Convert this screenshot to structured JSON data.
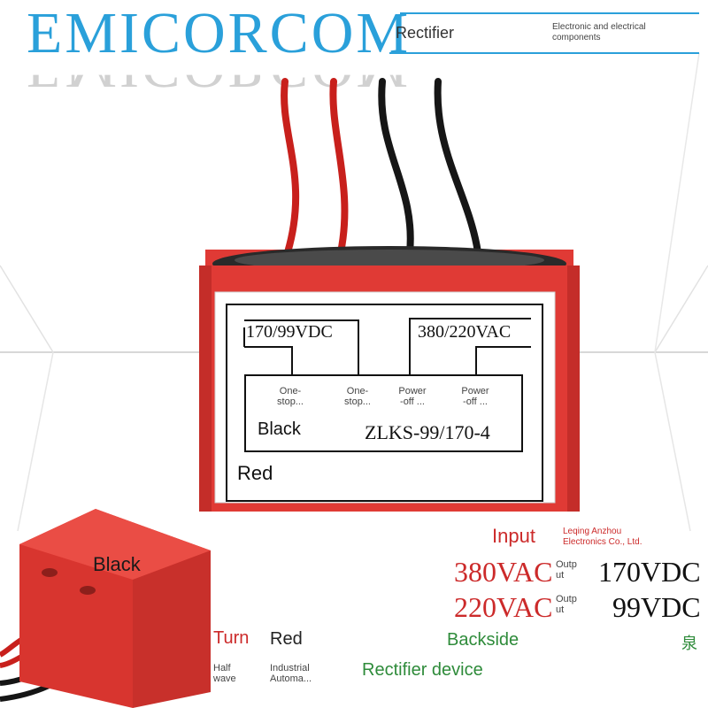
{
  "header": {
    "brand": "EMICORCOM",
    "brand_reflection": "EMICORCOM",
    "title": "Rectifier",
    "subtitle_line1": "Electronic and electrical",
    "subtitle_line2": "components",
    "accent_color": "#2aa0da"
  },
  "label_panel": {
    "output_spec": "170/99VDC",
    "input_spec": "380/220VAC",
    "terminal_1": [
      "One-",
      "stop..."
    ],
    "terminal_2": [
      "One-",
      "stop..."
    ],
    "terminal_3": [
      "Power",
      "-off ..."
    ],
    "terminal_4": [
      "Power",
      "-off ..."
    ],
    "wire_black": "Black",
    "model": "ZLKS-99/170-4",
    "wire_red": "Red"
  },
  "side_view": {
    "label_black": "Black",
    "turn": "Turn",
    "red": "Red",
    "half_wave": [
      "Half",
      "wave"
    ],
    "industrial": [
      "Industrial",
      "Automa..."
    ]
  },
  "specs": {
    "input_label": "Input",
    "company": [
      "Leqing Anzhou",
      "Electronics Co., Ltd."
    ],
    "rows": [
      {
        "input": "380VAC",
        "output_label": [
          "Outp",
          "ut"
        ],
        "output": "170VDC"
      },
      {
        "input": "220VAC",
        "output_label": [
          "Outp",
          "ut"
        ],
        "output": "99VDC"
      }
    ],
    "backside": "Backside",
    "device": "Rectifier device",
    "corner_glyph": "泉"
  },
  "colors": {
    "housing_red": "#e03a35",
    "spec_red": "#cc2a2a",
    "green_text": "#2e8b3a"
  }
}
